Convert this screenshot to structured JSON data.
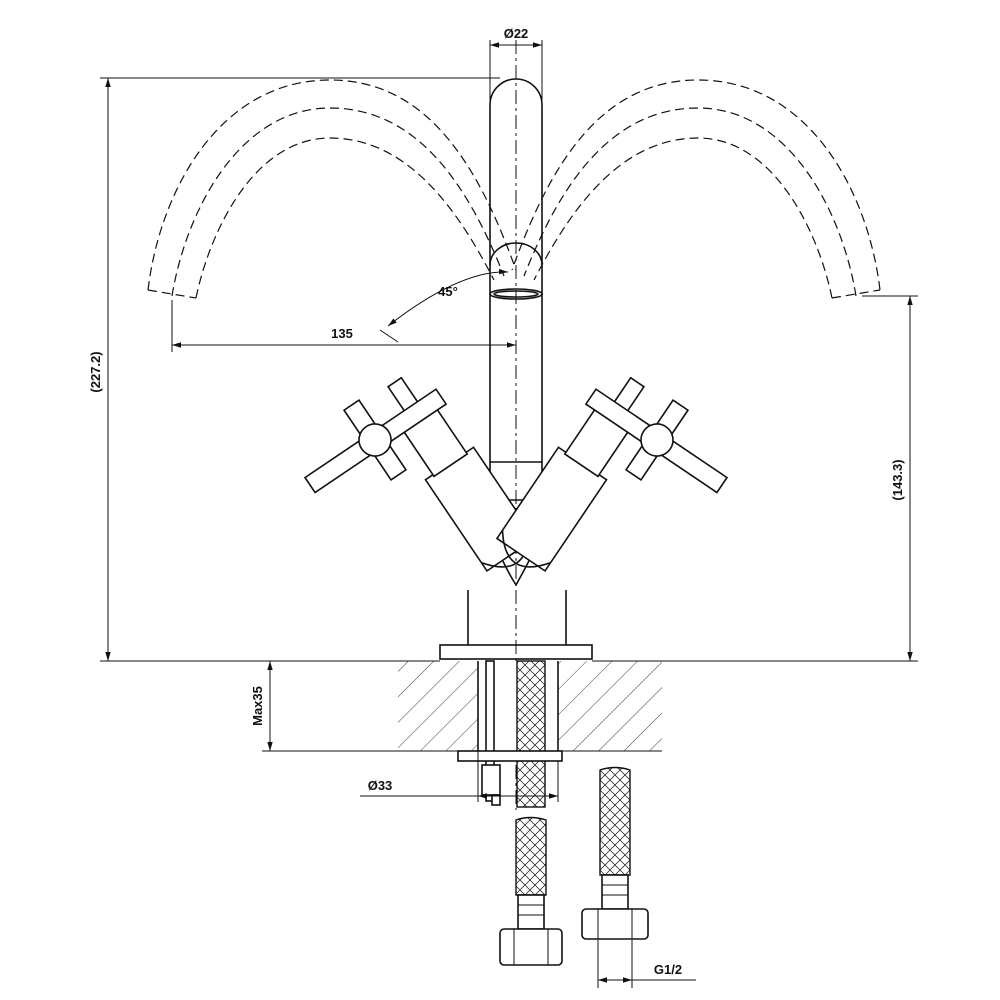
{
  "drawing": {
    "dims": {
      "spout_diameter": "Ø22",
      "swivel_angle": "45°",
      "spout_reach": "135",
      "overall_height": "(227.2)",
      "outlet_height": "(143.3)",
      "max_deck_thickness": "Max35",
      "hole_diameter": "Ø33",
      "connection_thread": "G1/2"
    }
  }
}
